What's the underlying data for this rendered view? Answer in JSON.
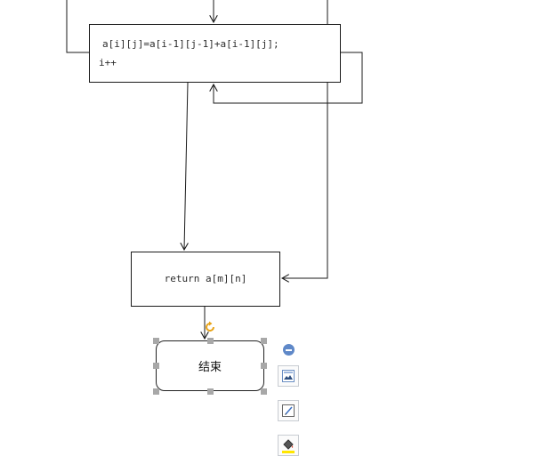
{
  "diagram": {
    "nodes": {
      "assign": {
        "line1": "a[i][j]=a[i-1][j-1]+a[i-1][j];",
        "line2": "i++"
      },
      "return": {
        "label": "return a[m][n]"
      },
      "end": {
        "label": "结束"
      }
    }
  },
  "toolbar": {
    "items": [
      {
        "icon": "collapse-icon"
      },
      {
        "icon": "image-icon"
      },
      {
        "icon": "edit-style-icon"
      },
      {
        "icon": "fill-color-icon"
      }
    ]
  },
  "colors": {
    "stroke": "#1a1a1a",
    "handle": "#a8a8a8",
    "rotate": "#e8a317",
    "accent": "#5f88c8",
    "fill_swatch": "#ffe600"
  }
}
